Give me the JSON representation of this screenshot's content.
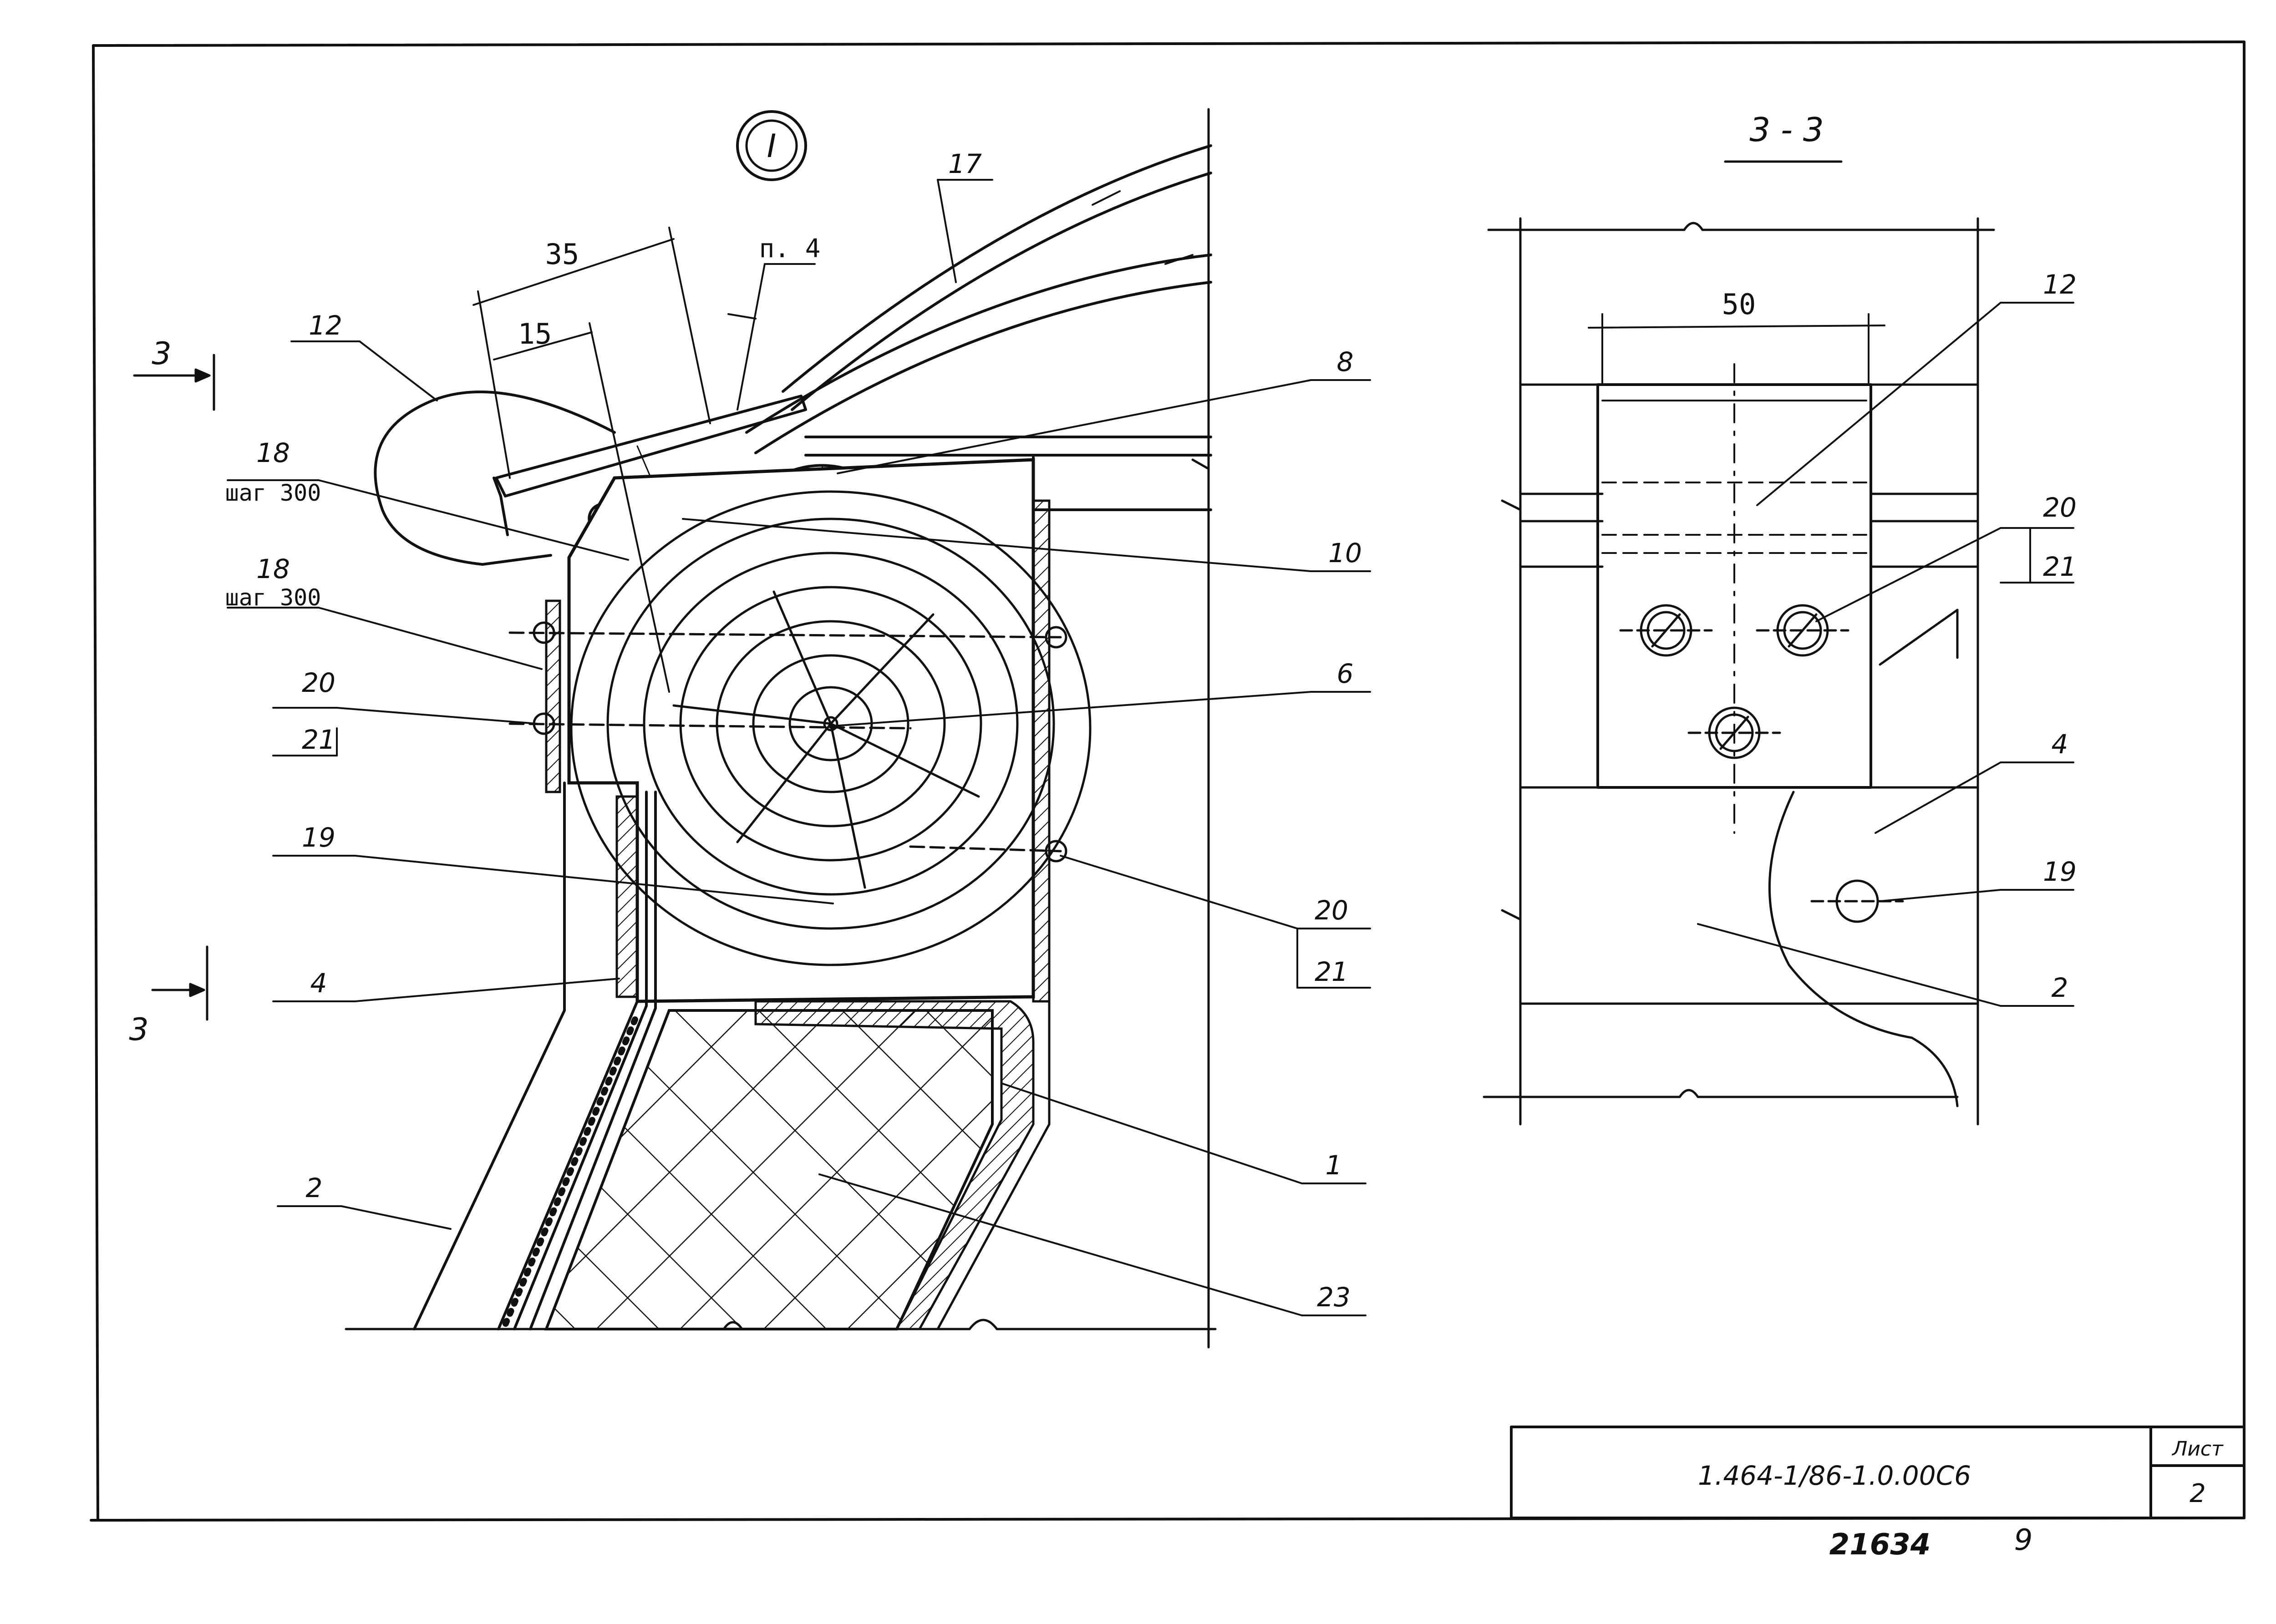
{
  "detail_mark": "I",
  "section_title": "3 - 3",
  "section_mark_left_top": "3",
  "section_mark_left_bottom": "3",
  "dims": {
    "d35": "35",
    "d15": "15",
    "d50": "50",
    "note_p4": "п. 4"
  },
  "step_note": "шаг 300",
  "callouts_left": [
    {
      "id": "c12",
      "text": "12"
    },
    {
      "id": "c17",
      "text": "17"
    },
    {
      "id": "c8",
      "text": "8"
    },
    {
      "id": "c18a",
      "text": "18"
    },
    {
      "id": "c18b",
      "text": "18"
    },
    {
      "id": "c10",
      "text": "10"
    },
    {
      "id": "c6",
      "text": "6"
    },
    {
      "id": "c20a",
      "text": "20"
    },
    {
      "id": "c21a",
      "text": "21"
    },
    {
      "id": "c19",
      "text": "19"
    },
    {
      "id": "c4",
      "text": "4"
    },
    {
      "id": "c20b",
      "text": "20"
    },
    {
      "id": "c21b",
      "text": "21"
    },
    {
      "id": "c2",
      "text": "2"
    },
    {
      "id": "c1",
      "text": "1"
    },
    {
      "id": "c23",
      "text": "23"
    }
  ],
  "callouts_right": [
    {
      "id": "r12",
      "text": "12"
    },
    {
      "id": "r20",
      "text": "20"
    },
    {
      "id": "r21",
      "text": "21"
    },
    {
      "id": "r4",
      "text": "4"
    },
    {
      "id": "r19",
      "text": "19"
    },
    {
      "id": "r2",
      "text": "2"
    }
  ],
  "title_block": {
    "code": "1.464-1/86-1.0.00С6",
    "sheet_label": "Лист",
    "sheet_no": "2"
  },
  "footer": {
    "inventory": "21634",
    "page": "9"
  }
}
